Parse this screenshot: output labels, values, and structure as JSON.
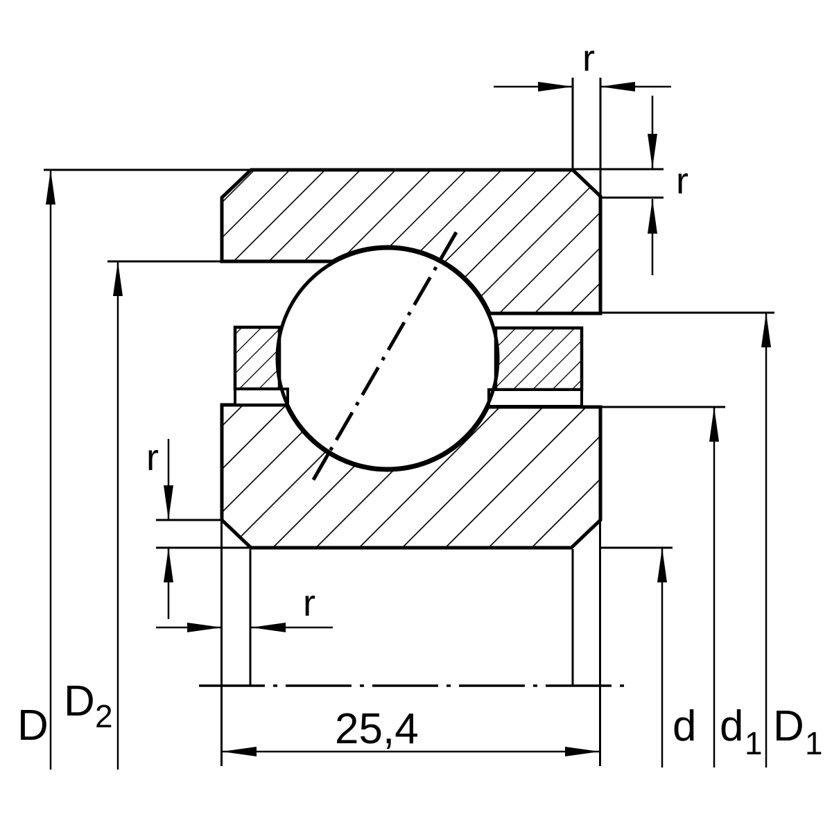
{
  "colors": {
    "ink": "#000000",
    "paper": "#ffffff"
  },
  "labels": {
    "outside_diameter": "D",
    "outer_recess_diameter": {
      "main": "D",
      "sub": "2"
    },
    "inner_recess_diameter": {
      "main": "D",
      "sub": "1"
    },
    "bore_diameter": "d",
    "inner_shoulder_diameter": {
      "main": "d",
      "sub": "1"
    },
    "chamfer_top_width": "r",
    "chamfer_top_height": "r",
    "chamfer_bottom_height": "r",
    "chamfer_bottom_width": "r",
    "width_value": "25,4"
  }
}
